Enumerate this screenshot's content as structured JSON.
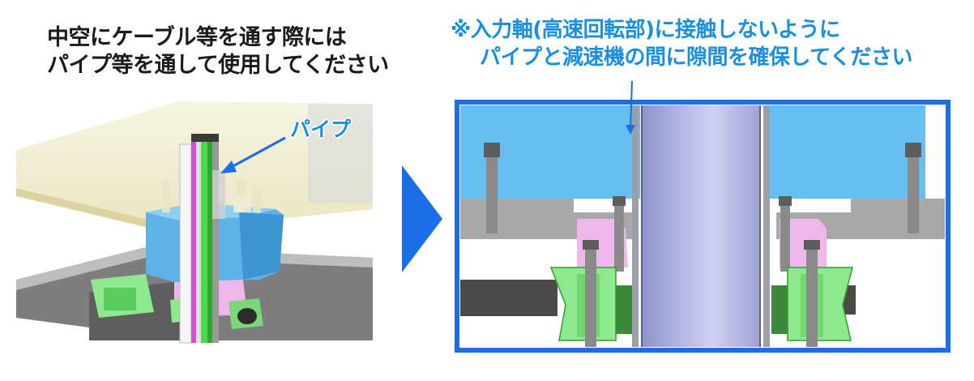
{
  "left_caption": {
    "line1": "中空にケーブル等を通す際には",
    "line2": "パイプ等を通して使用してください"
  },
  "right_caption": {
    "line1": "※入力軸(高速回転部)に接触しないように",
    "line2": "パイプと減速機の間に隙間を確保してください"
  },
  "pipe_label": "パイプ",
  "colors": {
    "accent_blue": "#1a8fe0",
    "arrow_blue": "#1a6fe8",
    "housing_blue": "#66bff0",
    "pink": "#f0b8ea",
    "green": "#88e888",
    "gray": "#a8a8a8",
    "tan": "#f0ebc8"
  },
  "icons": [
    "arrow-right-icon",
    "pointer-arrow-icon"
  ]
}
